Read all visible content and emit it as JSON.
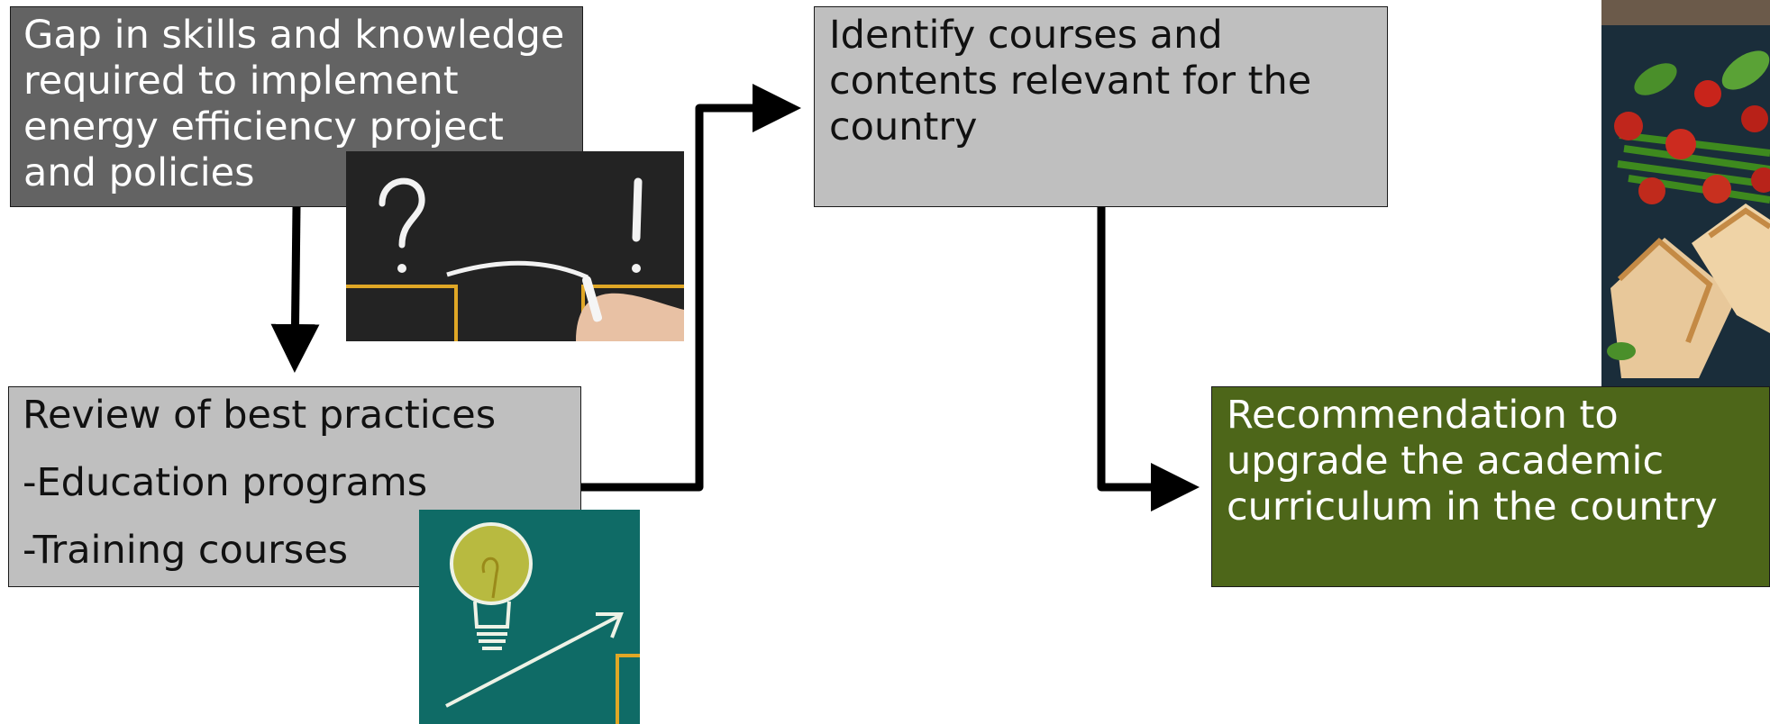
{
  "boxes": {
    "gap": "Gap in skills and knowledge required to implement energy efficiency project and policies",
    "review": {
      "title": "Review of best practices",
      "items": [
        "-Education programs",
        "-Training courses"
      ]
    },
    "identify": "Identify courses and contents relevant for the country",
    "recommend": "Recommendation to upgrade the academic curriculum in the country"
  },
  "colors": {
    "gap_box": "#636363",
    "light_box": "#bfbfbf",
    "recommend_box": "#4d6619",
    "arrow": "#000000"
  },
  "images": {
    "chalkboard": "chalkboard-question-exclamation",
    "lightbulb": "lightbulb-arrow-chalkboard",
    "food": "fish-tomatoes-asparagus-plate"
  }
}
